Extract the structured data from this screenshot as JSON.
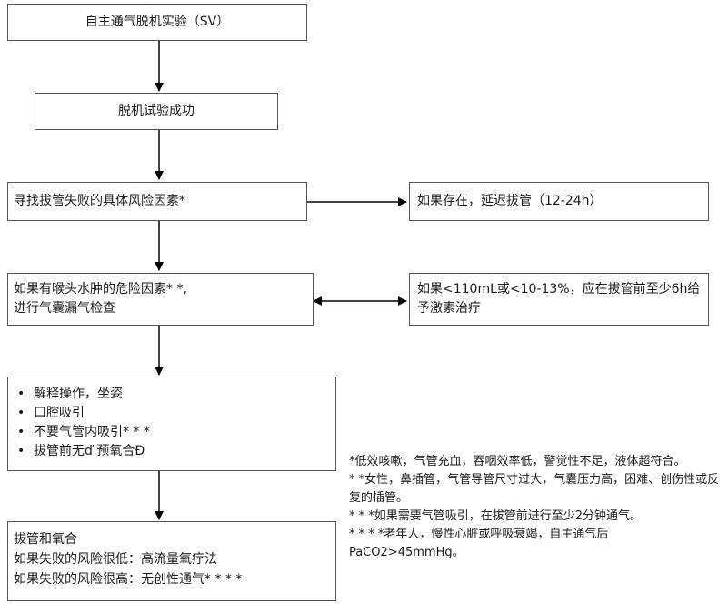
{
  "boxes": {
    "sbt": "自主通气脱机实验（SV）",
    "success": "脱机试验成功",
    "risk_factors": "寻找拔管失败的具体风险因素*",
    "delay": "如果存在，延迟拔管（12-24h）",
    "laryngeal_line1": "如果有喉头水肿的危险因素* *,",
    "laryngeal_line2": "进行气囊漏气检查",
    "steroid_line1": "如果<110mL或<10-13%，应在拔管前至少6h给",
    "steroid_line2": "予激素治疗",
    "prep_items": [
      "解释操作，坐姿",
      "口腔吸引",
      "不要气管内吸引* * *",
      "拔管前无ď 预氧合Ð"
    ],
    "extubation_line1": "拔管和氧合",
    "extubation_line2": "如果失败的风险很低：高流量氧疗法",
    "extubation_line3": "如果失败的风险很高：无创性通气* * * *"
  },
  "notes": [
    "*低效咳嗽，气管充血，吞咽效率低，警觉性不足，液体超符合。",
    "* *女性，鼻插管，气管导管尺寸过大，气囊压力高，困难、创伤性或反复的插管。",
    "* * *如果需要气管吸引，在拔管前进行至少2分钟通气。",
    "* * * *老年人，慢性心脏或呼吸衰竭，自主通气后PaCO2>45mmHg。"
  ],
  "colors": {
    "border": "#555555",
    "text": "#1a1a1a",
    "arrow": "#000000"
  }
}
